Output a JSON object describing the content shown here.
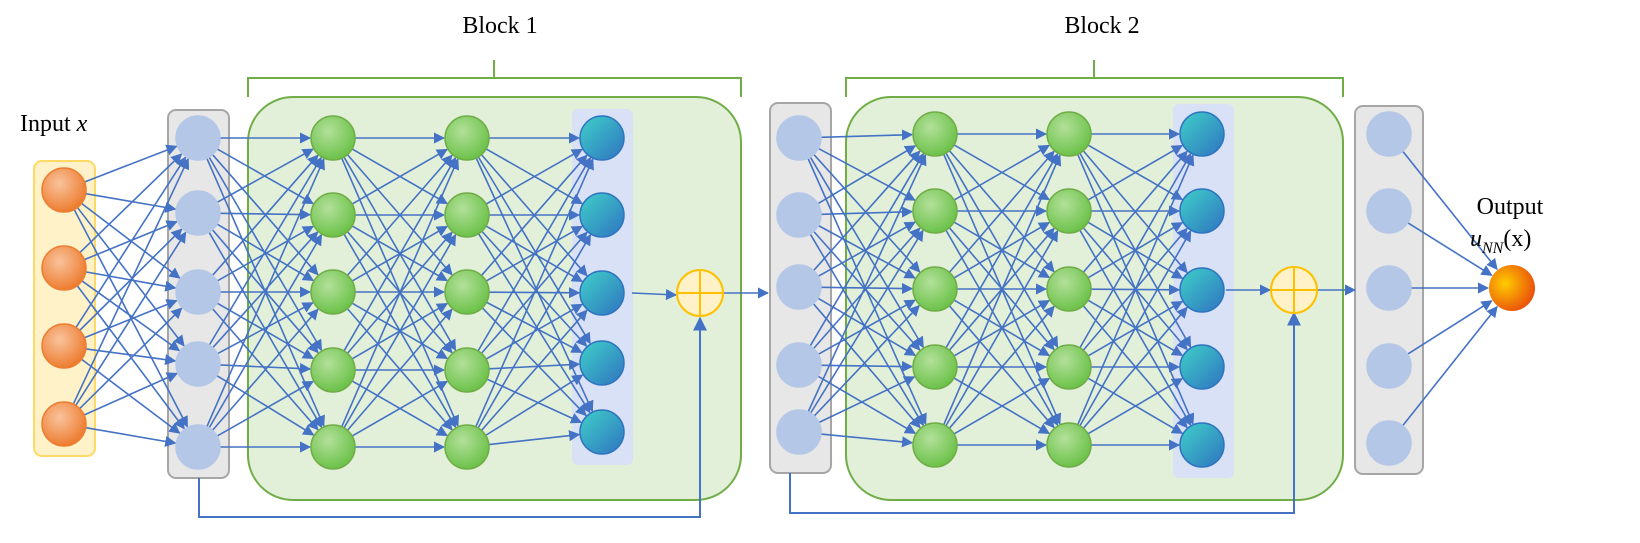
{
  "labels": {
    "block1": "Block 1",
    "block2": "Block 2",
    "input_prefix": "Input ",
    "input_var": "x",
    "output_word": "Output",
    "output_fn": "u",
    "output_sub": "NN",
    "output_arg": "(x)"
  },
  "colors": {
    "edge": "#4472c4",
    "input_fill": "#f4a26b",
    "input_box": "#fff2c8",
    "input_box_border": "#ffd966",
    "hidden_fill": "#b4c7e7",
    "gray_box": "#e7e7e7",
    "gray_box_border": "#a6a6a6",
    "green_node": "#8fd16a",
    "green_node_border": "#70ad47",
    "block_fill": "#e2f0d9",
    "block_border": "#70ad47",
    "cyan_node": "#3fbdcf",
    "cyan_col": "#d9e1f7",
    "sum_fill": "#fff2c8",
    "sum_border": "#ffc000",
    "output_node": "#f07d1a"
  },
  "icons": [
    "summation-node-icon",
    "summation-node-icon"
  ]
}
